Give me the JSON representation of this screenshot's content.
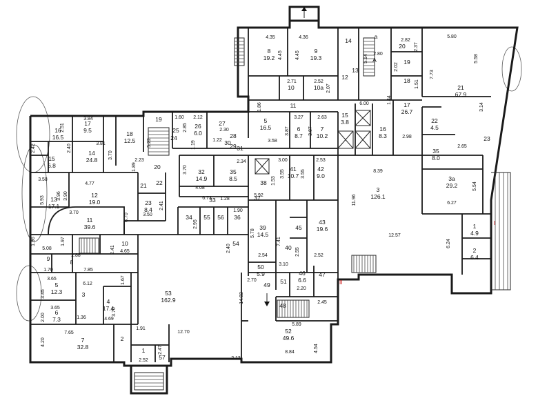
{
  "rooms": [
    {
      "id": "r8",
      "label": "8",
      "area": "19.2"
    },
    {
      "id": "r9",
      "label": "9",
      "area": "19.3"
    },
    {
      "id": "r14t",
      "label": "14",
      "area": ""
    },
    {
      "id": "ra",
      "label": "а",
      "area": ""
    },
    {
      "id": "r20",
      "label": "20",
      "area": ""
    },
    {
      "id": "rA",
      "label": "А",
      "area": ""
    },
    {
      "id": "r12a",
      "label": "12",
      "area": ""
    },
    {
      "id": "r13a",
      "label": "13",
      "area": ""
    },
    {
      "id": "r19a",
      "label": "19",
      "area": ""
    },
    {
      "id": "r21",
      "label": "21",
      "area": "67.9"
    },
    {
      "id": "r18a",
      "label": "18",
      "area": ""
    },
    {
      "id": "r10",
      "label": "10",
      "area": ""
    },
    {
      "id": "r10a",
      "label": "10а",
      "area": ""
    },
    {
      "id": "r11a",
      "label": "11",
      "area": ""
    },
    {
      "id": "r5a",
      "label": "5",
      "area": "16.5"
    },
    {
      "id": "r6a",
      "label": "6",
      "area": "8.7"
    },
    {
      "id": "r7a",
      "label": "7",
      "area": "10.2"
    },
    {
      "id": "r15a",
      "label": "15",
      "area": "3.8"
    },
    {
      "id": "r16a",
      "label": "16",
      "area": "8.3"
    },
    {
      "id": "r17a",
      "label": "17",
      "area": "26.7"
    },
    {
      "id": "r22",
      "label": "22",
      "area": "4.5"
    },
    {
      "id": "r35a",
      "label": "35",
      "area": "8.0"
    },
    {
      "id": "r23a",
      "label": "23",
      "area": ""
    },
    {
      "id": "r16",
      "label": "16",
      "area": "16.5"
    },
    {
      "id": "r17",
      "label": "17",
      "area": "9.5"
    },
    {
      "id": "r18",
      "label": "18",
      "area": "12.5"
    },
    {
      "id": "r19",
      "label": "19",
      "area": ""
    },
    {
      "id": "r25",
      "label": "25",
      "area": ""
    },
    {
      "id": "r26",
      "label": "26",
      "area": "6.0"
    },
    {
      "id": "r27",
      "label": "27",
      "area": ""
    },
    {
      "id": "r28",
      "label": "28",
      "area": ""
    },
    {
      "id": "r29",
      "label": "29",
      "area": ""
    },
    {
      "id": "r30",
      "label": "30",
      "area": ""
    },
    {
      "id": "r31",
      "label": "31",
      "area": ""
    },
    {
      "id": "r14",
      "label": "14",
      "area": "24.8"
    },
    {
      "id": "r15",
      "label": "15",
      "area": "6.8"
    },
    {
      "id": "r20b",
      "label": "20",
      "area": ""
    },
    {
      "id": "r24",
      "label": "24",
      "area": ""
    },
    {
      "id": "r32",
      "label": "32",
      "area": "14.9"
    },
    {
      "id": "r35",
      "label": "35",
      "area": "8.5"
    },
    {
      "id": "r38",
      "label": "38",
      "area": ""
    },
    {
      "id": "r41",
      "label": "41",
      "area": "10.7"
    },
    {
      "id": "r42",
      "label": "42",
      "area": "9.0"
    },
    {
      "id": "r3",
      "label": "3",
      "area": "126.1"
    },
    {
      "id": "r3a",
      "label": "3а",
      "area": "29.2"
    },
    {
      "id": "r13",
      "label": "13",
      "area": "17.1"
    },
    {
      "id": "r12",
      "label": "12",
      "area": "19.0"
    },
    {
      "id": "r21b",
      "label": "21",
      "area": ""
    },
    {
      "id": "r22b",
      "label": "22",
      "area": ""
    },
    {
      "id": "r23",
      "label": "23",
      "area": "8.4"
    },
    {
      "id": "r33",
      "label": "33",
      "area": ""
    },
    {
      "id": "r37",
      "label": "37",
      "area": ""
    },
    {
      "id": "r11",
      "label": "11",
      "area": "39.6"
    },
    {
      "id": "r34",
      "label": "34",
      "area": ""
    },
    {
      "id": "r55",
      "label": "55",
      "area": ""
    },
    {
      "id": "r56",
      "label": "56",
      "area": ""
    },
    {
      "id": "r36",
      "label": "36",
      "area": ""
    },
    {
      "id": "r39",
      "label": "39",
      "area": "14.5"
    },
    {
      "id": "r45",
      "label": "45",
      "area": ""
    },
    {
      "id": "r43",
      "label": "43",
      "area": "19.6"
    },
    {
      "id": "r1",
      "label": "1",
      "area": "4.9"
    },
    {
      "id": "r2",
      "label": "2",
      "area": "6.4"
    },
    {
      "id": "r10b",
      "label": "10",
      "area": ""
    },
    {
      "id": "r9b",
      "label": "9",
      "area": ""
    },
    {
      "id": "r8b",
      "label": "8",
      "area": ""
    },
    {
      "id": "r54",
      "label": "54",
      "area": ""
    },
    {
      "id": "r40",
      "label": "40",
      "area": ""
    },
    {
      "id": "r50",
      "label": "50",
      "area": "5.9"
    },
    {
      "id": "r49",
      "label": "49",
      "area": ""
    },
    {
      "id": "r51",
      "label": "51",
      "area": ""
    },
    {
      "id": "r46",
      "label": "46",
      "area": "6.6"
    },
    {
      "id": "r47",
      "label": "47",
      "area": ""
    },
    {
      "id": "r48",
      "label": "48",
      "area": ""
    },
    {
      "id": "r5",
      "label": "5",
      "area": "12.3"
    },
    {
      "id": "r3b",
      "label": "3",
      "area": ""
    },
    {
      "id": "r4",
      "label": "4",
      "area": "17.4"
    },
    {
      "id": "r6",
      "label": "6",
      "area": "7.3"
    },
    {
      "id": "r53",
      "label": "53",
      "area": "162.9"
    },
    {
      "id": "r7",
      "label": "7",
      "area": "32.8"
    },
    {
      "id": "r2b",
      "label": "2",
      "area": ""
    },
    {
      "id": "r1b",
      "label": "1",
      "area": ""
    },
    {
      "id": "r57",
      "label": "57",
      "area": ""
    },
    {
      "id": "r52",
      "label": "52",
      "area": "49.6"
    }
  ],
  "dimensions": [
    "4.35",
    "4.36",
    "4.45",
    "4.45",
    "5.14",
    "2.80",
    "2.82",
    "2.37",
    "5.80",
    "5.58",
    "7.73",
    "3.14",
    "2.02",
    "1.51",
    "2.71",
    "2.52",
    "2.07",
    "1.86",
    "6.00",
    "1.44",
    "3.27",
    "2.63",
    "3.87",
    "3.87",
    "3.58",
    "2.98",
    "2.65",
    "3.84",
    "2.51",
    "3.81",
    "1.60",
    "2.12",
    "2.85",
    "2.30",
    "1.22",
    "1.19",
    "5.22",
    "2.23",
    "3.70",
    "2.42",
    "2.40",
    "1.89",
    "2.34",
    "3.70",
    "4.08",
    "3.00",
    "2.53",
    "3.55",
    "3.55",
    "1.53",
    "8.39",
    "5.54",
    "6.27",
    "3.58",
    "4.77",
    "5.93",
    "3.96",
    "3.90",
    "6.73",
    "1.28",
    "5.92",
    "2.41",
    "3.50",
    "6.70",
    "1.90",
    "2.95",
    "3.70",
    "11.96",
    "12.57",
    "6.24",
    "5.78",
    "7.41",
    "1.96",
    "5.08",
    "1.97",
    "2.88",
    "2.41",
    "4.65",
    "2.40",
    "2.54",
    "3.10",
    "2.55",
    "2.52",
    "1.70",
    "7.85",
    "1.67",
    "2.70",
    "3.65",
    "6.12",
    "3.45",
    "14.02",
    "2.20",
    "2.45",
    "3.65",
    "2.00",
    "1.36",
    "4.69",
    "5.89",
    "1.91",
    "7.65",
    "12.70",
    "4.20",
    "2.47",
    "2.52",
    "2.13",
    "8.84",
    "4.54",
    "3.70"
  ],
  "markers": {
    "roman_one": "I",
    "roman_two": "II"
  }
}
